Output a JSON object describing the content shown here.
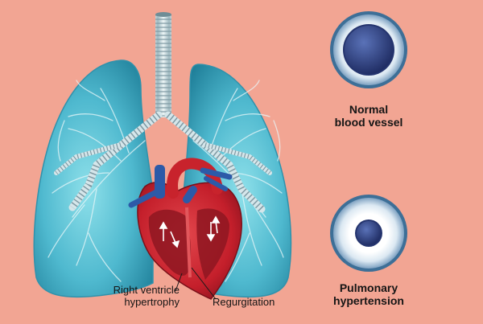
{
  "labels": {
    "normal_vessel": [
      "Normal",
      "blood vessel"
    ],
    "hypertension_vessel": [
      "Pulmonary",
      "hypertension"
    ],
    "right_ventricle": [
      "Right ventricle",
      "hypertrophy"
    ],
    "regurgitation": "Regurgitation"
  },
  "colors": {
    "background": "#f2a593",
    "lung_fill": "#59c3d6",
    "lung_dark": "#2a8fa7",
    "trachea": "#d8ecef",
    "heart_red": "#c8232c",
    "vein_blue": "#2c5aa8",
    "vessel_ring_outer": "#3d6f97",
    "vessel_lumen": "#283a7a"
  }
}
